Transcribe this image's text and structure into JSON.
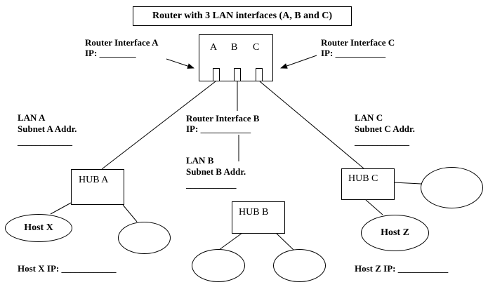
{
  "title": "Router with 3 LAN interfaces (A, B and C)",
  "router": {
    "port_letters": [
      "A",
      "B",
      "C"
    ]
  },
  "labels": {
    "router_if_a": "Router Interface A",
    "router_if_a_ip": "IP:  ________",
    "router_if_c": "Router Interface C",
    "router_if_c_ip": "IP:  ___________",
    "router_if_b": "Router Interface B",
    "router_if_b_ip": "IP:  ___________",
    "lan_a": "LAN A",
    "lan_a_subnet": "Subnet A Addr.",
    "lan_a_blank": "____________",
    "lan_b": "LAN B",
    "lan_b_subnet": "Subnet B Addr.",
    "lan_b_blank": "___________",
    "lan_c": "LAN C",
    "lan_c_subnet": "Subnet C Addr.",
    "lan_c_blank": "____________",
    "host_x_ip": "Host X IP:  ____________",
    "host_z_ip": "Host Z IP:  ___________"
  },
  "hubs": {
    "a": "HUB A",
    "b": "HUB B",
    "c": "HUB C"
  },
  "hosts": {
    "x": "Host X",
    "z": "Host Z"
  }
}
